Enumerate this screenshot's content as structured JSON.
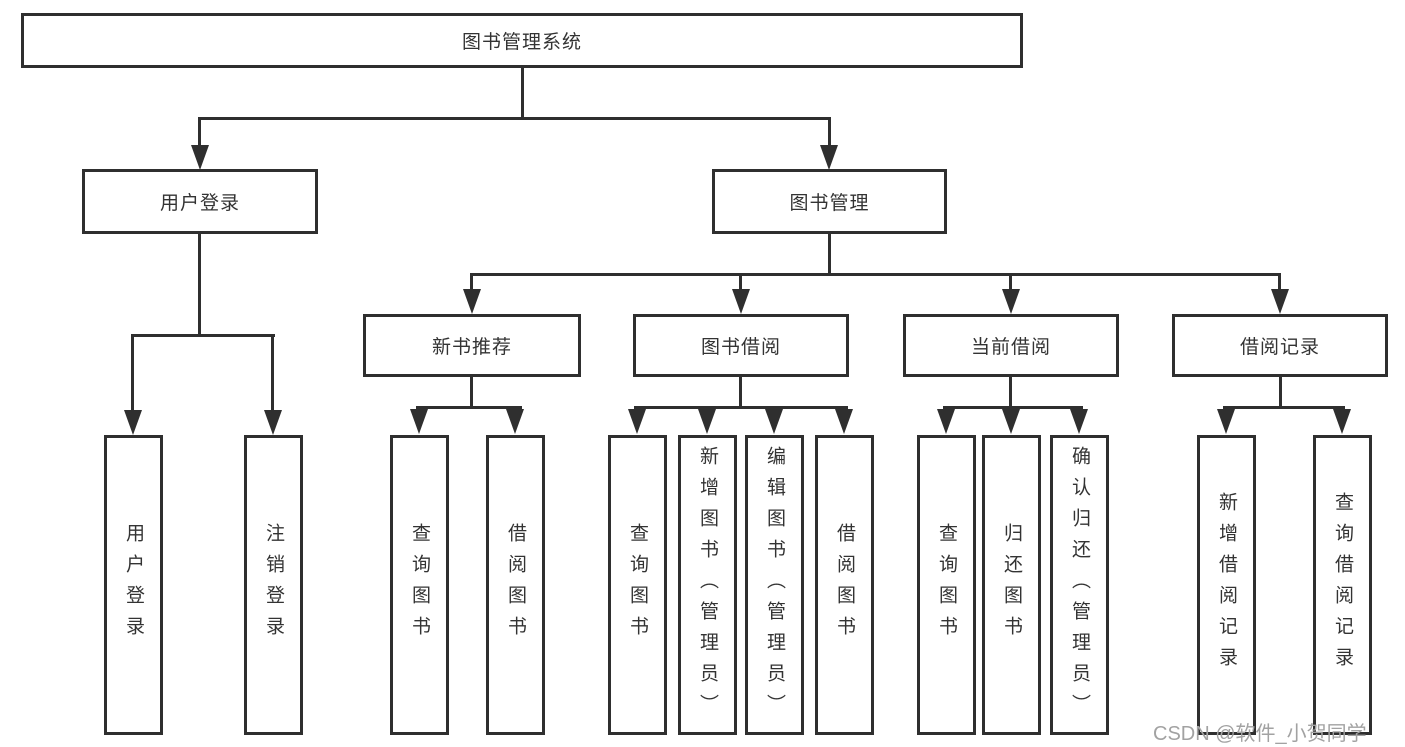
{
  "root": "图书管理系统",
  "branches": [
    {
      "label": "用户登录"
    },
    {
      "label": "图书管理"
    }
  ],
  "login_children": [
    "用户登录",
    "注销登录"
  ],
  "modules": [
    {
      "label": "新书推荐",
      "children": [
        "查询图书",
        "借阅图书"
      ]
    },
    {
      "label": "图书借阅",
      "children": [
        "查询图书",
        "新增图书（管理员）",
        "编辑图书（管理员）",
        "借阅图书"
      ]
    },
    {
      "label": "当前借阅",
      "children": [
        "查询图书",
        "归还图书",
        "确认归还（管理员）"
      ]
    },
    {
      "label": "借阅记录",
      "children": [
        "新增借阅记录",
        "查询借阅记录"
      ]
    }
  ],
  "watermark": "CSDN @软件_小贺同学",
  "colors": {
    "line": "#2f2f2f",
    "text": "#333333",
    "background": "#ffffff",
    "watermark": "#a2a2a2"
  }
}
